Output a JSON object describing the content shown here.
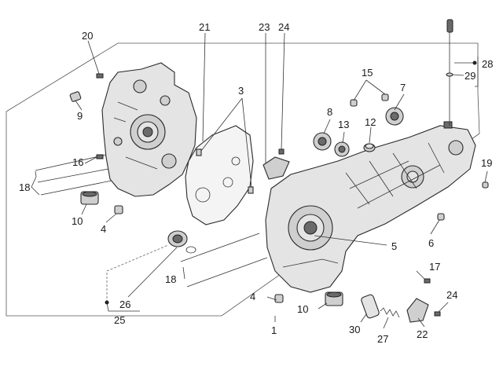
{
  "diagram": {
    "callouts": [
      {
        "id": "c1",
        "text": "1"
      },
      {
        "id": "c3",
        "text": "3"
      },
      {
        "id": "c4a",
        "text": "4"
      },
      {
        "id": "c4b",
        "text": "4"
      },
      {
        "id": "c5",
        "text": "5"
      },
      {
        "id": "c6",
        "text": "6"
      },
      {
        "id": "c7",
        "text": "7"
      },
      {
        "id": "c8",
        "text": "8"
      },
      {
        "id": "c9",
        "text": "9"
      },
      {
        "id": "c10a",
        "text": "10"
      },
      {
        "id": "c10b",
        "text": "10"
      },
      {
        "id": "c12",
        "text": "12"
      },
      {
        "id": "c13",
        "text": "13"
      },
      {
        "id": "c15",
        "text": "15"
      },
      {
        "id": "c16",
        "text": "16"
      },
      {
        "id": "c17",
        "text": "17"
      },
      {
        "id": "c18a",
        "text": "18"
      },
      {
        "id": "c18b",
        "text": "18"
      },
      {
        "id": "c19",
        "text": "19"
      },
      {
        "id": "c20",
        "text": "20"
      },
      {
        "id": "c21",
        "text": "21"
      },
      {
        "id": "c22",
        "text": "22"
      },
      {
        "id": "c23",
        "text": "23"
      },
      {
        "id": "c24a",
        "text": "24"
      },
      {
        "id": "c24b",
        "text": "24"
      },
      {
        "id": "c25",
        "text": "25"
      },
      {
        "id": "c26",
        "text": "26"
      },
      {
        "id": "c27",
        "text": "27"
      },
      {
        "id": "c28",
        "text": "28"
      },
      {
        "id": "c29",
        "text": "29"
      },
      {
        "id": "c30",
        "text": "30"
      }
    ]
  }
}
